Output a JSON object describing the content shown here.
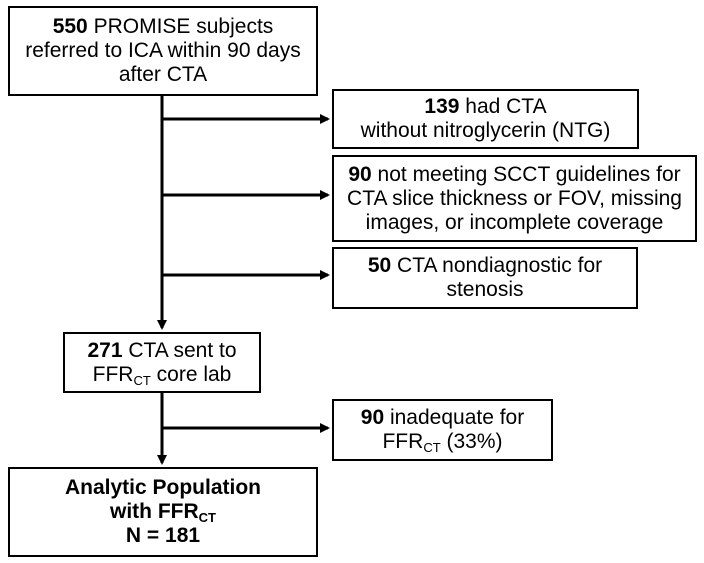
{
  "boxes": {
    "start": {
      "count": "550",
      "line1_rest": " PROMISE subjects",
      "line2": "referred to ICA within 90 days",
      "line3": "after CTA"
    },
    "excl1": {
      "count": "139",
      "line1_rest": " had CTA",
      "line2": "without nitroglycerin (NTG)"
    },
    "excl2": {
      "count": "90",
      "line1_rest": " not meeting SCCT guidelines for",
      "line2": "CTA slice thickness or FOV, missing",
      "line3": "images, or incomplete coverage"
    },
    "excl3": {
      "count": "50",
      "line1_rest": " CTA nondiagnostic for",
      "line2": "stenosis"
    },
    "mid": {
      "count": "271",
      "line1_rest": " CTA sent to",
      "line2_main": "FFR",
      "line2_sub": "CT",
      "line2_rest": " core lab"
    },
    "excl4": {
      "count": "90",
      "line1_rest": " inadequate for",
      "line2_main": "FFR",
      "line2_sub": "CT",
      "line2_rest": " (33%)"
    },
    "final": {
      "line1": "Analytic Population",
      "line2_main": "with FFR",
      "line2_sub": "CT",
      "line3": "N = 181"
    }
  }
}
